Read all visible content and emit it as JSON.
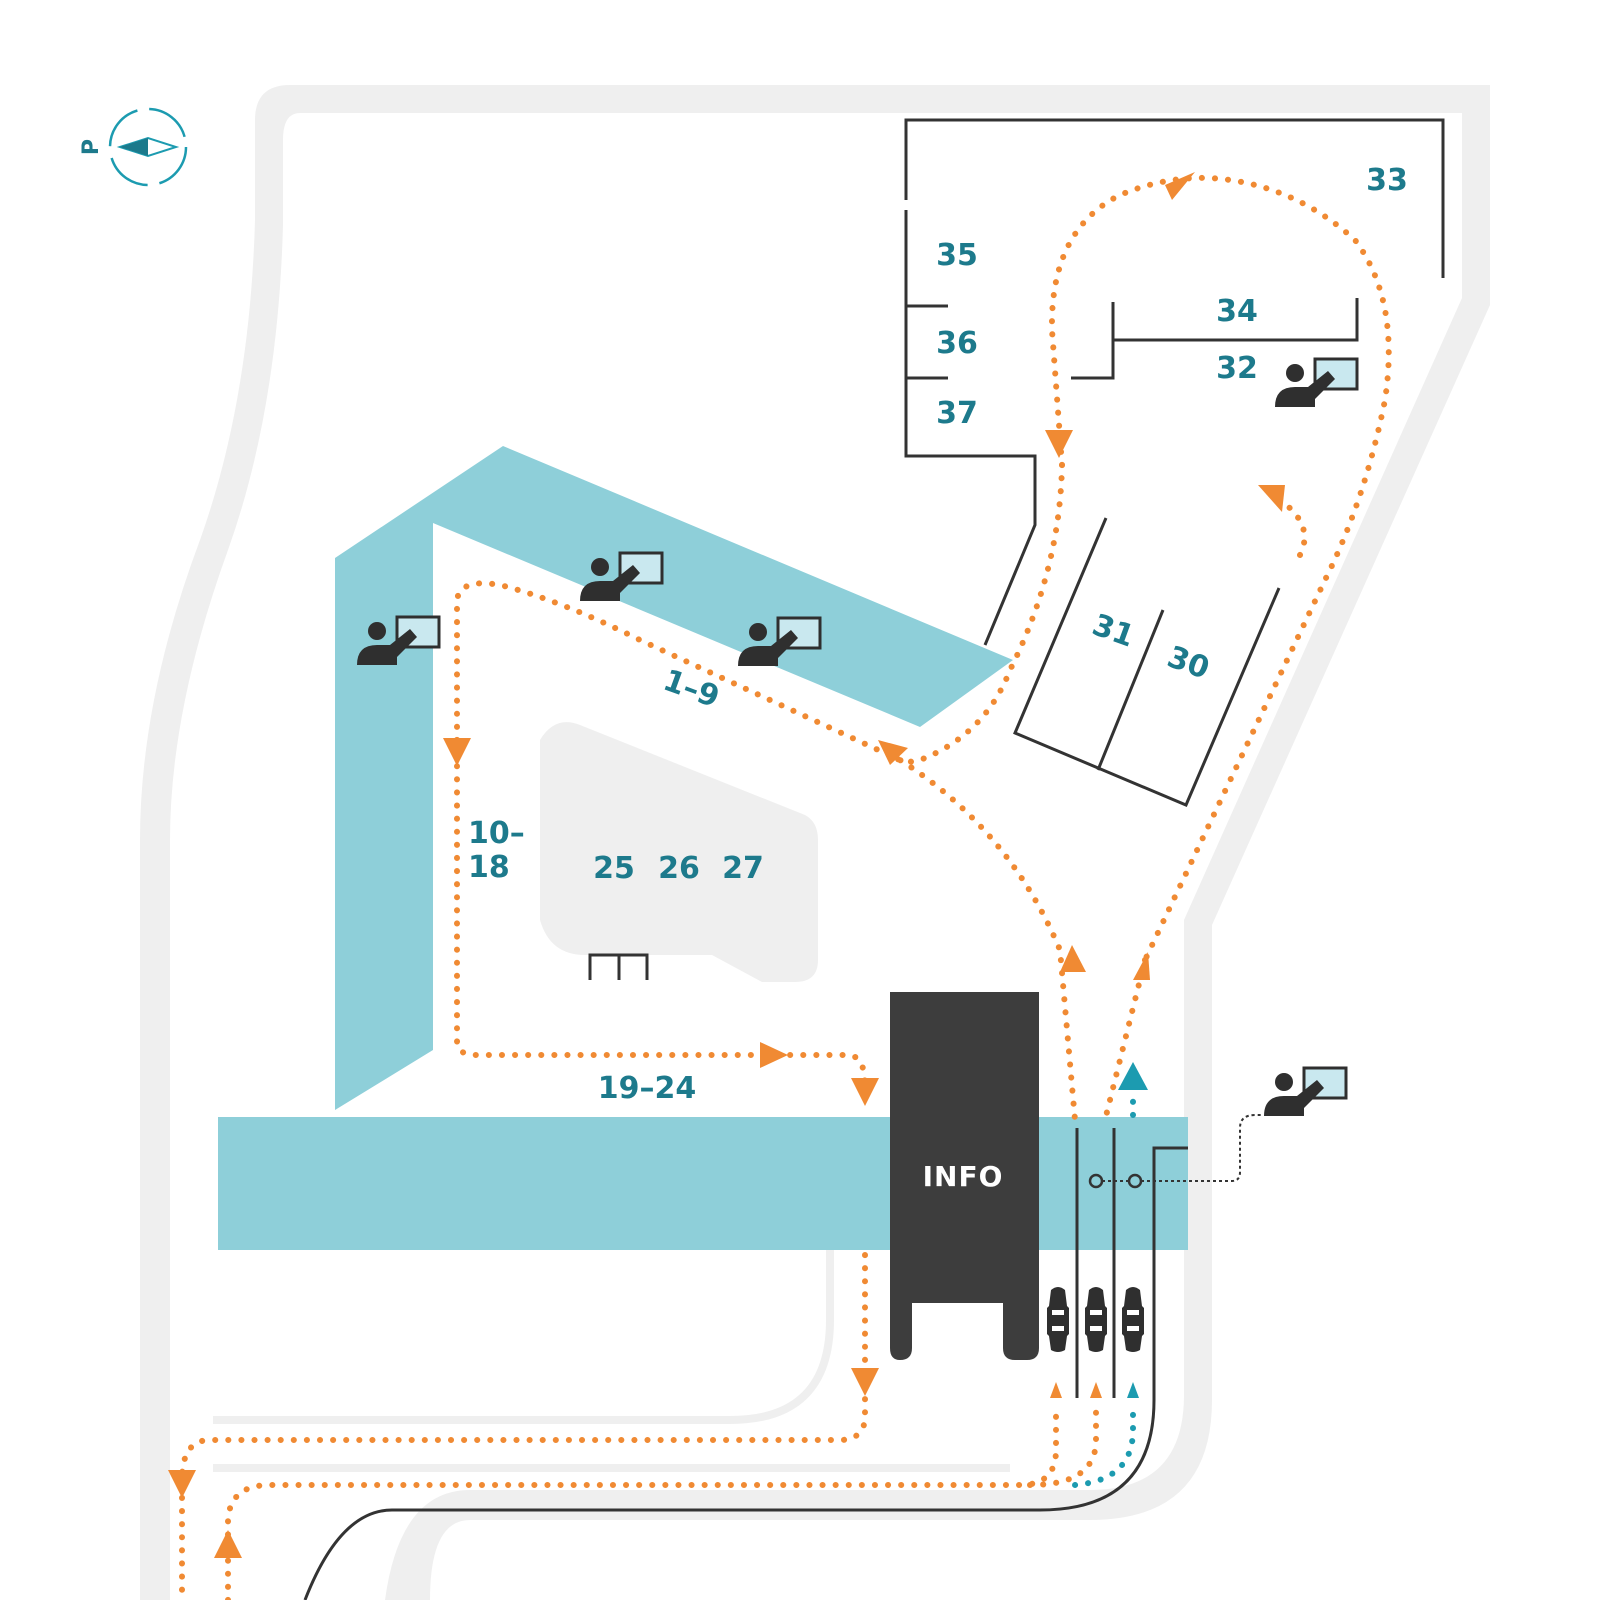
{
  "colors": {
    "road": "#efefef",
    "highlight": "#8ecfd9",
    "label": "#1d7a8c",
    "route": "#f08a33",
    "route_secondary": "#1c9bb0",
    "building": "#3d3d3d",
    "wall": "#333333",
    "screen": "#c9e8ef"
  },
  "compass": {
    "label": "P",
    "icon": "compass-icon"
  },
  "zones": {
    "z35": "35",
    "z36": "36",
    "z37": "37",
    "z33": "33",
    "z34": "34",
    "z32": "32",
    "z31": "31",
    "z30": "30",
    "z1_9": "1–9",
    "z10_18_line1": "10–",
    "z10_18_line2": "18",
    "z25": "25",
    "z26": "26",
    "z27": "27",
    "z19_24": "19–24"
  },
  "info": {
    "label": "INFO"
  },
  "icons": {
    "kiosk": "touch-screen-kiosk-icon",
    "car": "car-icon",
    "arrow": "direction-arrow-icon"
  }
}
